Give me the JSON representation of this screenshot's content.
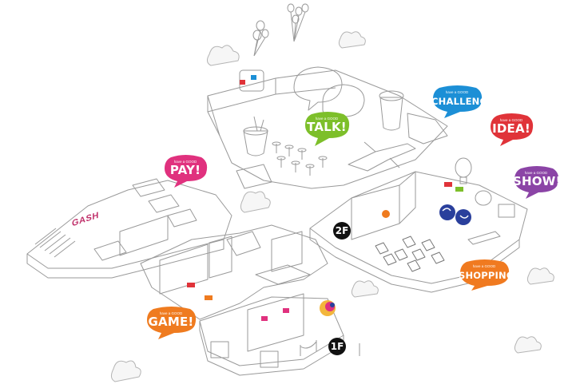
{
  "bubbles": [
    {
      "id": "pay",
      "small": "have a GOOD",
      "big": "PAY!",
      "color": "#e0317e"
    },
    {
      "id": "talk",
      "small": "have a GOOD",
      "big": "TALK!",
      "color": "#7dbf2a"
    },
    {
      "id": "challenge",
      "small": "have a GOOD",
      "big": "CHALLENGE!",
      "color": "#1c8fd6"
    },
    {
      "id": "idea",
      "small": "have a GOOD",
      "big": "IDEA!",
      "color": "#e03339"
    },
    {
      "id": "show",
      "small": "have a GOOD",
      "big": "SHOW!",
      "color": "#8b44a6"
    },
    {
      "id": "shopping",
      "small": "have a GOOD",
      "big": "SHOPPING!",
      "color": "#f07a20"
    },
    {
      "id": "game",
      "small": "have a GOOD",
      "big": "GAME!",
      "color": "#ef7b1f"
    }
  ],
  "floors": {
    "upper": "2F",
    "lower": "1F"
  },
  "logo": "GASH",
  "colors": {
    "line": "#9a9a9a",
    "dark_line": "#555555",
    "accent_blue": "#2a3f9c",
    "cloud": "#f4f4f4"
  }
}
